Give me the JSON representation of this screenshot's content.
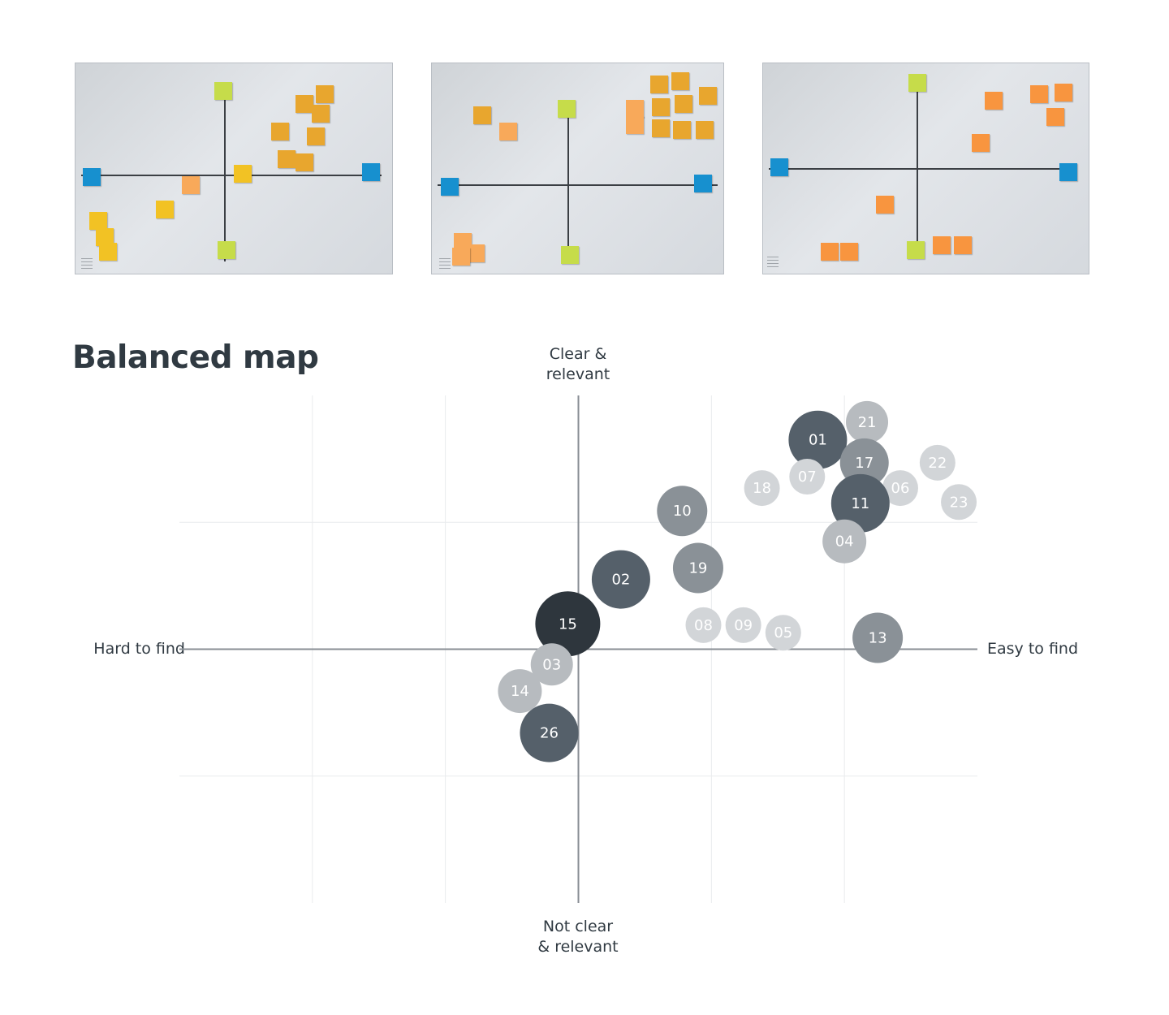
{
  "colors": {
    "darkest": "#2e363d",
    "dark": "#55606a",
    "mid": "#8a9197",
    "light": "#b7bbbf",
    "lightest": "#d2d5d8",
    "axis": "#888e94",
    "grid": "#e9ebed",
    "text": "#303a42"
  },
  "photos": [
    {
      "name": "workshop-board-photo-1"
    },
    {
      "name": "workshop-board-photo-2"
    },
    {
      "name": "workshop-board-photo-3"
    }
  ],
  "chart_data": {
    "type": "scatter",
    "title": "Balanced map",
    "axes": {
      "y_positive_label_lines": [
        "Clear &",
        "relevant"
      ],
      "y_negative_label_lines": [
        "Not clear",
        "& relevant"
      ],
      "x_negative_label": "Hard to find",
      "x_positive_label": "Easy to find"
    },
    "xlim": [
      -3,
      3
    ],
    "ylim": [
      -2,
      2
    ],
    "grid": true,
    "points": [
      {
        "label": "01",
        "x": 1.8,
        "y": 1.65,
        "size": 36,
        "shade": "dark"
      },
      {
        "label": "21",
        "x": 2.17,
        "y": 1.79,
        "size": 26,
        "shade": "light"
      },
      {
        "label": "17",
        "x": 2.15,
        "y": 1.47,
        "size": 30,
        "shade": "mid"
      },
      {
        "label": "22",
        "x": 2.7,
        "y": 1.47,
        "size": 22,
        "shade": "lightest"
      },
      {
        "label": "07",
        "x": 1.72,
        "y": 1.36,
        "size": 22,
        "shade": "lightest"
      },
      {
        "label": "18",
        "x": 1.38,
        "y": 1.27,
        "size": 22,
        "shade": "lightest"
      },
      {
        "label": "06",
        "x": 2.42,
        "y": 1.27,
        "size": 22,
        "shade": "lightest"
      },
      {
        "label": "23",
        "x": 2.86,
        "y": 1.16,
        "size": 22,
        "shade": "lightest"
      },
      {
        "label": "11",
        "x": 2.12,
        "y": 1.15,
        "size": 36,
        "shade": "dark"
      },
      {
        "label": "10",
        "x": 0.78,
        "y": 1.09,
        "size": 31,
        "shade": "mid"
      },
      {
        "label": "04",
        "x": 2.0,
        "y": 0.85,
        "size": 27,
        "shade": "light"
      },
      {
        "label": "19",
        "x": 0.9,
        "y": 0.64,
        "size": 31,
        "shade": "mid"
      },
      {
        "label": "02",
        "x": 0.32,
        "y": 0.55,
        "size": 36,
        "shade": "dark"
      },
      {
        "label": "15",
        "x": -0.08,
        "y": 0.2,
        "size": 40,
        "shade": "darkest"
      },
      {
        "label": "08",
        "x": 0.94,
        "y": 0.19,
        "size": 22,
        "shade": "lightest"
      },
      {
        "label": "09",
        "x": 1.24,
        "y": 0.19,
        "size": 22,
        "shade": "lightest"
      },
      {
        "label": "05",
        "x": 1.54,
        "y": 0.13,
        "size": 22,
        "shade": "lightest"
      },
      {
        "label": "13",
        "x": 2.25,
        "y": 0.09,
        "size": 31,
        "shade": "mid"
      },
      {
        "label": "03",
        "x": -0.2,
        "y": -0.12,
        "size": 26,
        "shade": "light"
      },
      {
        "label": "14",
        "x": -0.44,
        "y": -0.33,
        "size": 27,
        "shade": "light"
      },
      {
        "label": "26",
        "x": -0.22,
        "y": -0.66,
        "size": 36,
        "shade": "dark"
      }
    ]
  }
}
